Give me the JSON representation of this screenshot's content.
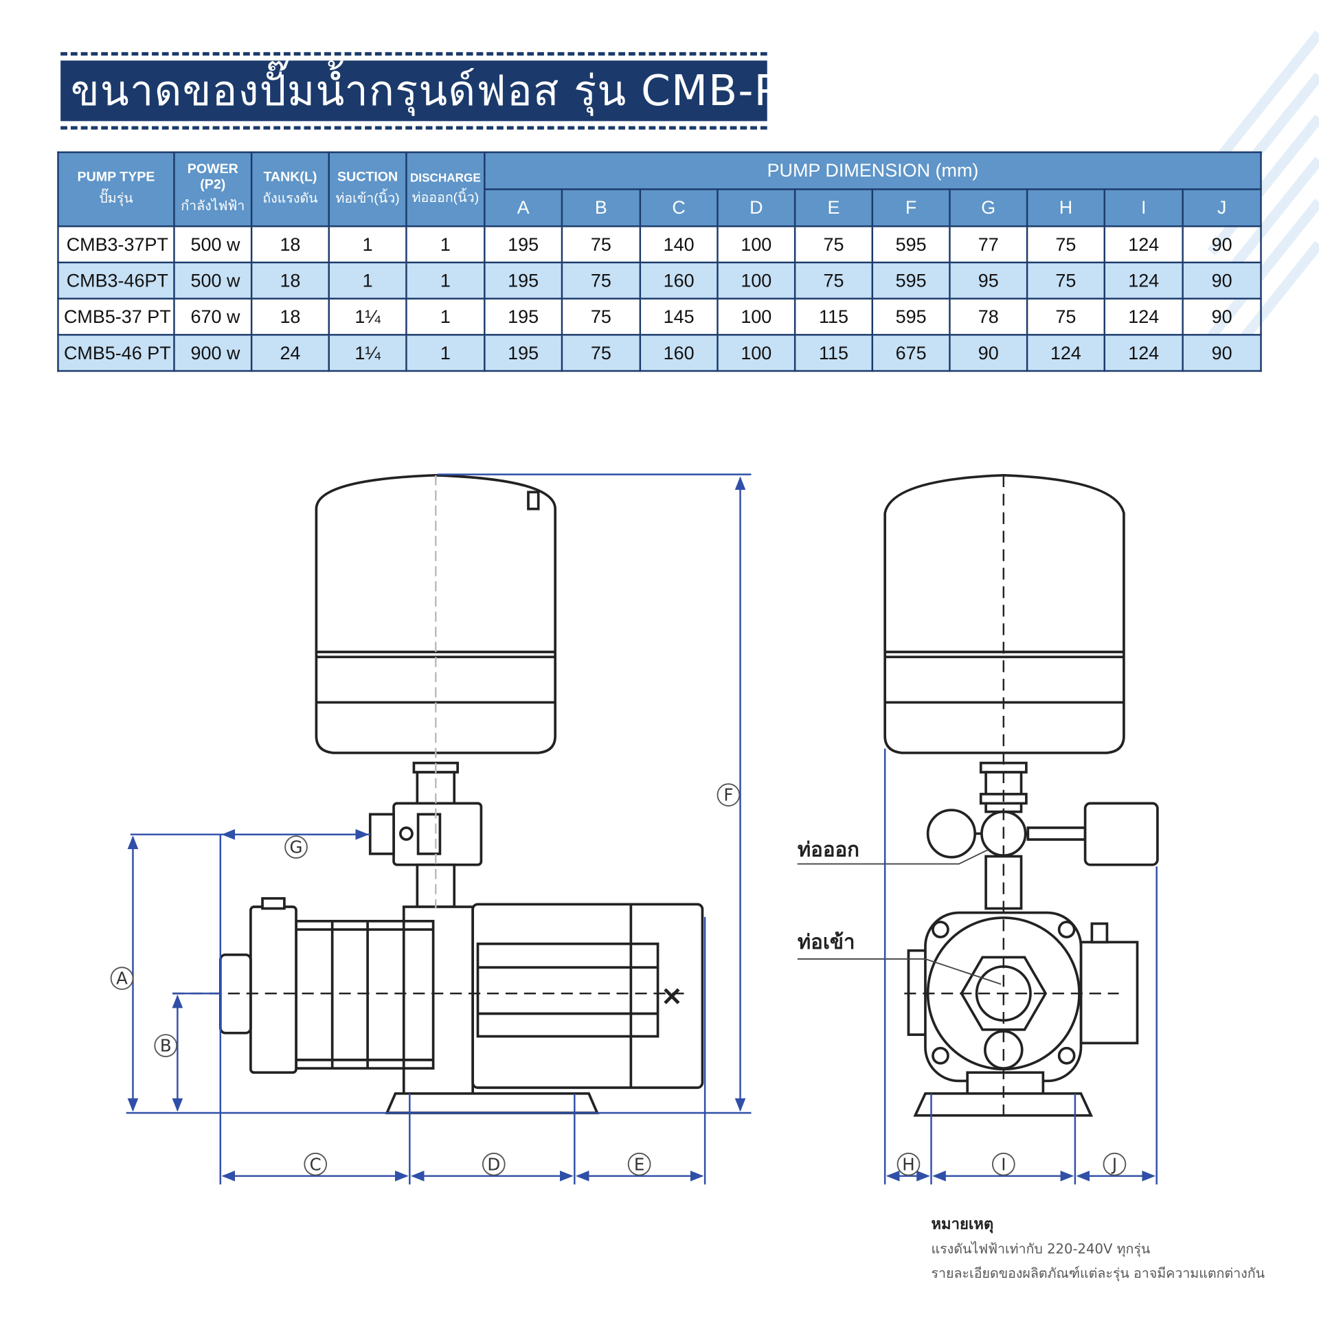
{
  "title": "ขนาดของปั๊มน้ำกรุนด์ฟอส รุ่น CMB-PT",
  "table": {
    "headers": [
      {
        "en": "PUMP TYPE",
        "th": "ปั๊มรุ่น"
      },
      {
        "en": "POWER (P2)",
        "th": "กำลังไฟฟ้า"
      },
      {
        "en": "TANK(L)",
        "th": "ถังแรงดัน"
      },
      {
        "en": "SUCTION",
        "th": "ท่อเข้า(นิ้ว)"
      },
      {
        "en": "DISCHARGE",
        "th": "ท่อออก(นิ้ว)"
      }
    ],
    "dimension_header": "PUMP DIMENSION (mm)",
    "dimension_letters": [
      "A",
      "B",
      "C",
      "D",
      "E",
      "F",
      "G",
      "H",
      "I",
      "J"
    ],
    "rows": [
      {
        "cells": [
          "CMB3-37PT",
          "500 w",
          "18",
          "1",
          "1",
          "195",
          "75",
          "140",
          "100",
          "75",
          "595",
          "77",
          "75",
          "124",
          "90"
        ]
      },
      {
        "cells": [
          "CMB3-46PT",
          "500 w",
          "18",
          "1",
          "1",
          "195",
          "75",
          "160",
          "100",
          "75",
          "595",
          "95",
          "75",
          "124",
          "90"
        ]
      },
      {
        "cells": [
          "CMB5-37 PT",
          "670 w",
          "18",
          "1¼",
          "1",
          "195",
          "75",
          "145",
          "100",
          "115",
          "595",
          "78",
          "75",
          "124",
          "90"
        ]
      },
      {
        "cells": [
          "CMB5-46 PT",
          "900 w",
          "24",
          "1¼",
          "1",
          "195",
          "75",
          "160",
          "100",
          "115",
          "675",
          "90",
          "124",
          "124",
          "90"
        ]
      }
    ]
  },
  "diagram": {
    "dim_labels": {
      "A": "A",
      "B": "B",
      "C": "C",
      "D": "D",
      "E": "E",
      "F": "F",
      "G": "G",
      "H": "H",
      "I": "I",
      "J": "J"
    },
    "discharge_label": "ท่อออก",
    "suction_label": "ท่อเข้า"
  },
  "note": {
    "title": "หมายเหตุ",
    "lines": [
      "แรงดันไฟฟ้าเท่ากับ  220-240V  ทุกรุ่น",
      "รายละเอียดของผลิตภัณฑ์แต่ละรุ่น  อาจมีความแตกต่างกัน"
    ]
  },
  "colors": {
    "navy": "#1b3a6b",
    "header_blue": "#5f95c8",
    "row_alt": "#c6e0f5",
    "dim_line": "#2f4fa8"
  }
}
